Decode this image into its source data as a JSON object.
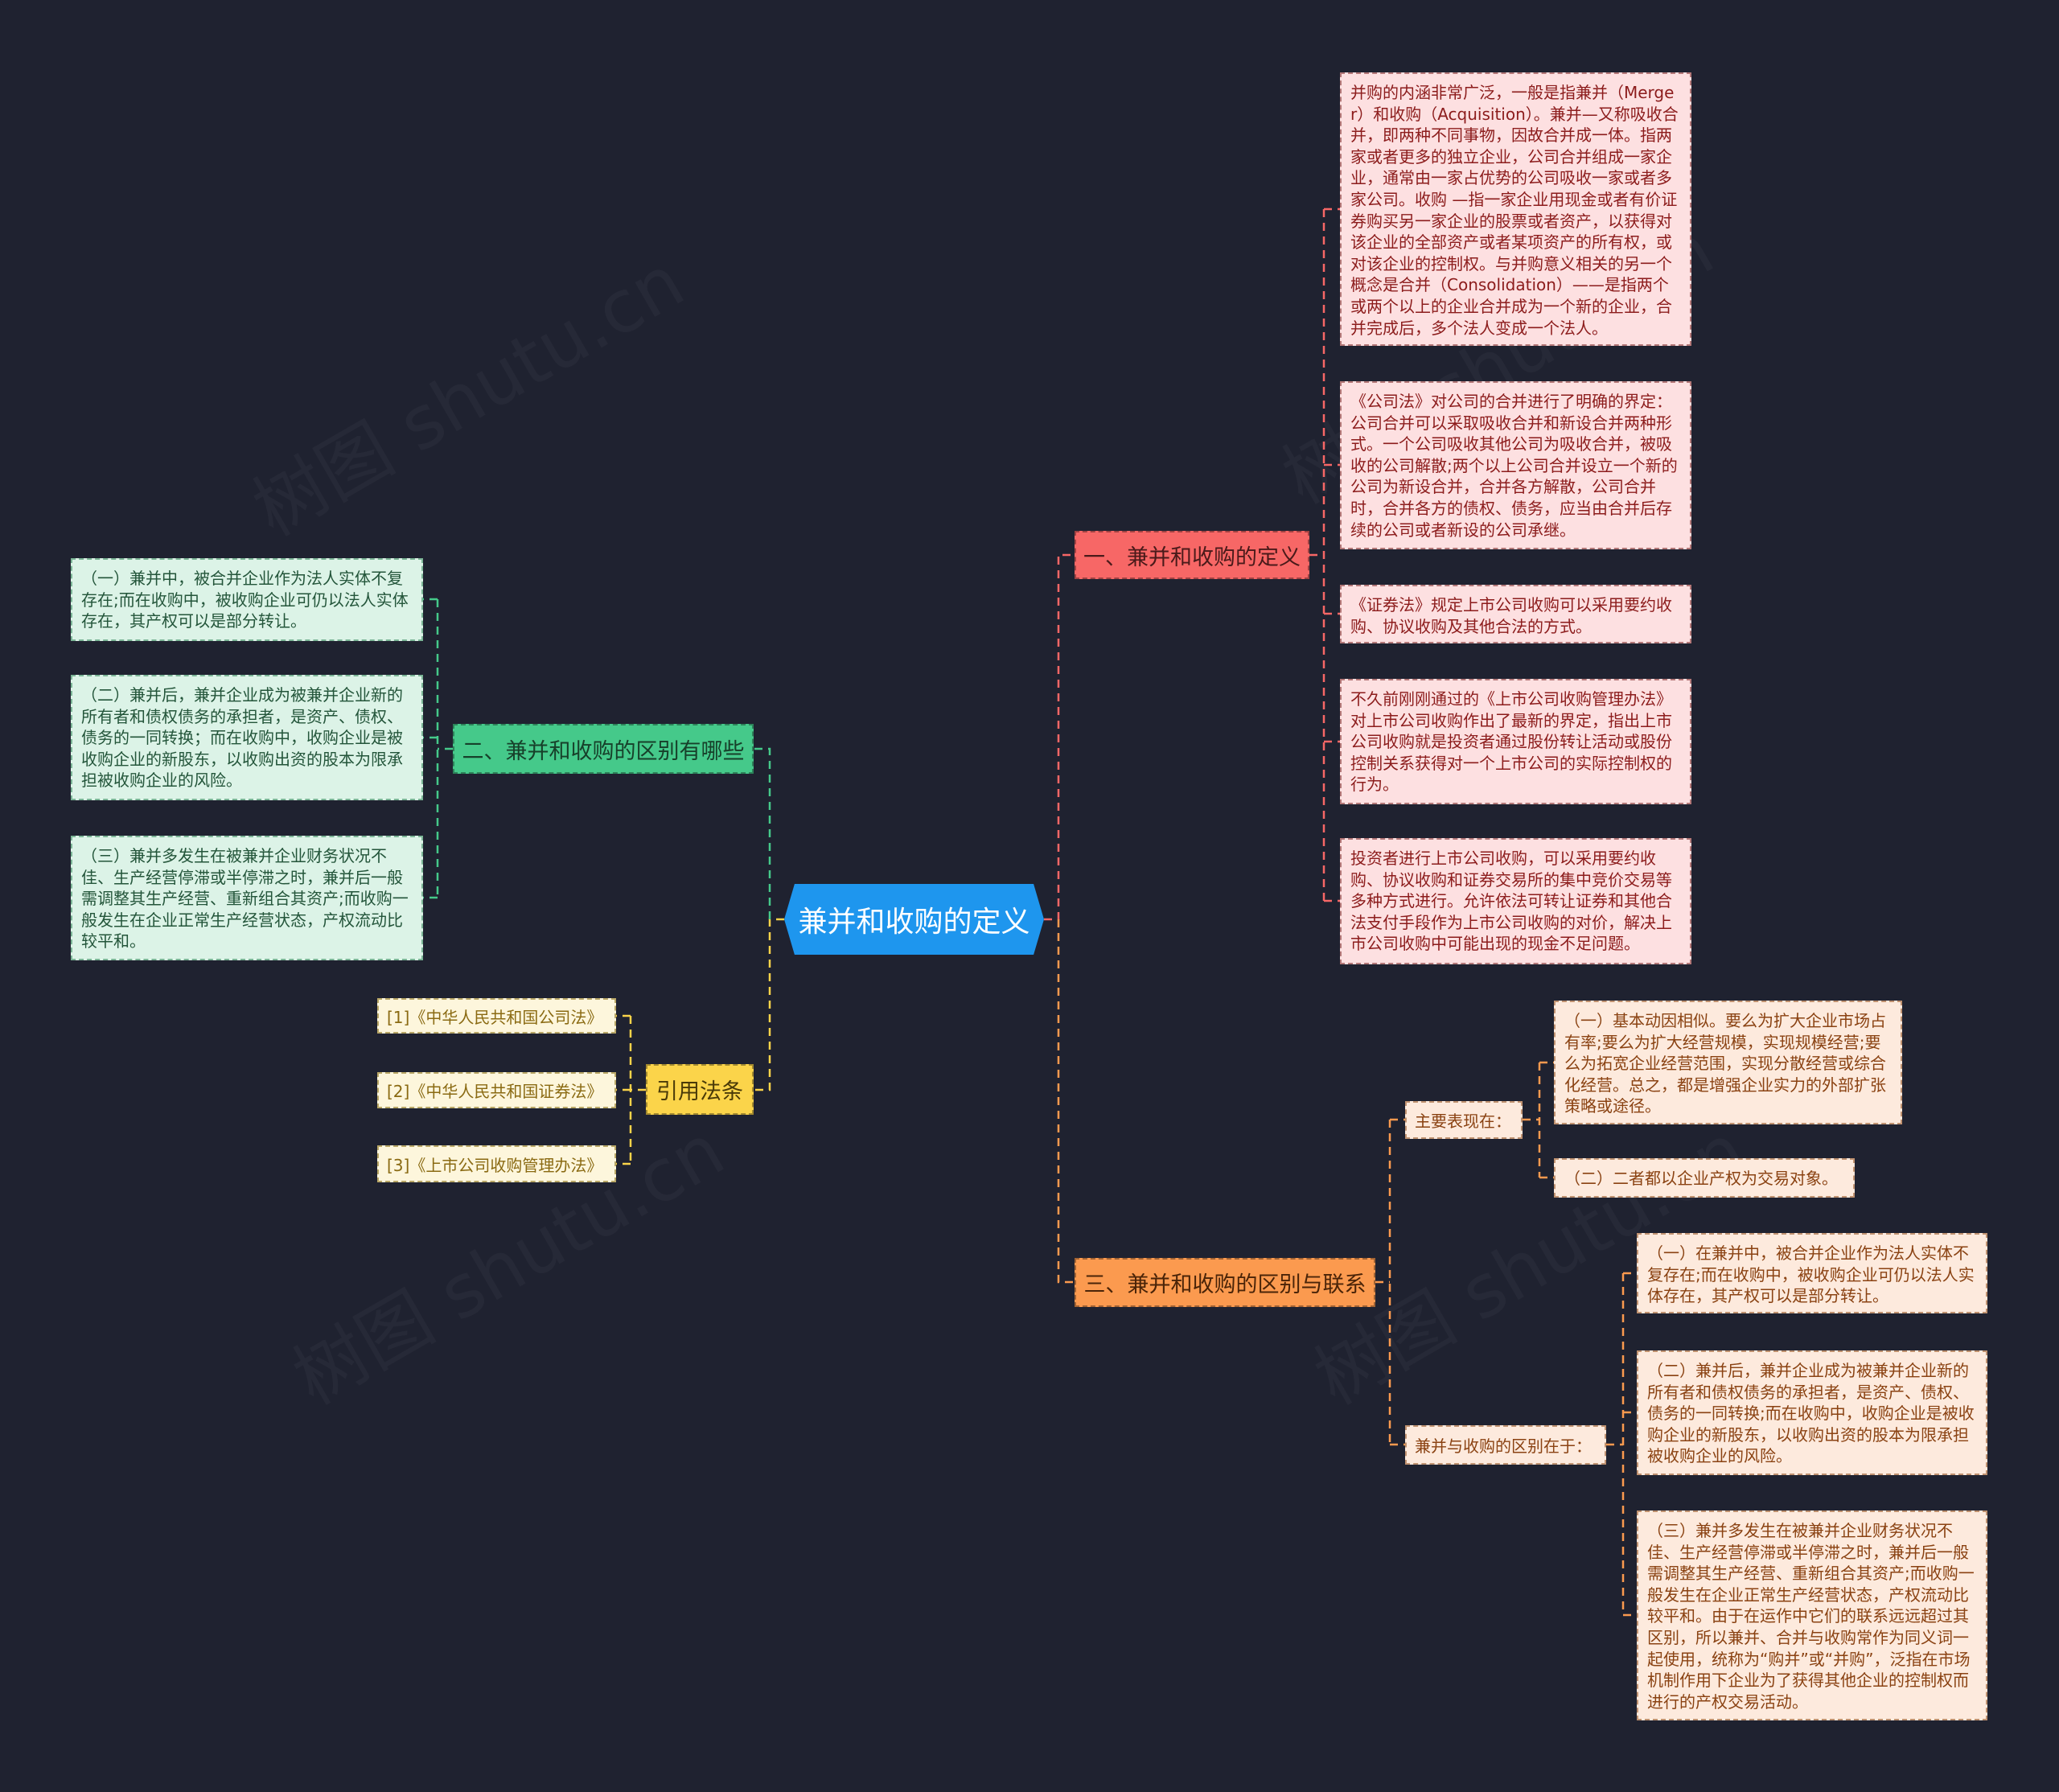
{
  "watermark": "树图 shutu.cn",
  "root": {
    "label": "兼并和收购的定义"
  },
  "branches": {
    "definition": {
      "label": "一、兼并和收购的定义",
      "leaves": [
        "并购的内涵非常广泛，一般是指兼并（Merger）和收购（Acquisition）。兼并—又称吸收合并，即两种不同事物，因故合并成一体。指两家或者更多的独立企业，公司合并组成一家企业，通常由一家占优势的公司吸收一家或者多家公司。收购 —指一家企业用现金或者有价证券购买另一家企业的股票或者资产，以获得对该企业的全部资产或者某项资产的所有权，或对该企业的控制权。与并购意义相关的另一个概念是合并（Consolidation）——是指两个或两个以上的企业合并成为一个新的企业，合并完成后，多个法人变成一个法人。",
        "《公司法》对公司的合并进行了明确的界定：公司合并可以采取吸收合并和新设合并两种形式。一个公司吸收其他公司为吸收合并，被吸收的公司解散;两个以上公司合并设立一个新的公司为新设合并，合并各方解散，公司合并时，合并各方的债权、债务，应当由合并后存续的公司或者新设的公司承继。",
        "《证券法》规定上市公司收购可以采用要约收购、协议收购及其他合法的方式。",
        "不久前刚刚通过的《上市公司收购管理办法》对上市公司收购作出了最新的界定，指出上市公司收购就是投资者通过股份转让活动或股份控制关系获得对一个上市公司的实际控制权的行为。",
        "投资者进行上市公司收购，可以采用要约收购、协议收购和证券交易所的集中竞价交易等多种方式进行。允许依法可转让证券和其他合法支付手段作为上市公司收购的对价，解决上市公司收购中可能出现的现金不足问题。"
      ]
    },
    "differences": {
      "label": "二、兼并和收购的区别有哪些",
      "leaves": [
        "（一）兼并中，被合并企业作为法人实体不复存在;而在收购中，被收购企业可仍以法人实体存在，其产权可以是部分转让。",
        "（二）兼并后，兼并企业成为被兼并企业新的所有者和债权债务的承担者，是资产、债权、债务的一同转换；而在收购中，收购企业是被收购企业的新股东，以收购出资的股本为限承担被收购企业的风险。",
        "（三）兼并多发生在被兼并企业财务状况不佳、生产经营停滞或半停滞之时，兼并后一般需调整其生产经营、重新组合其资产;而收购一般发生在企业正常生产经营状态，产权流动比较平和。"
      ]
    },
    "citations": {
      "label": "引用法条",
      "leaves": [
        "[1]《中华人民共和国公司法》",
        "[2]《中华人民共和国证券法》",
        "[3]《上市公司收购管理办法》"
      ]
    },
    "relation": {
      "label": "三、兼并和收购的区别与联系",
      "groups": [
        {
          "label": "主要表现在：",
          "leaves": [
            "（一）基本动因相似。要么为扩大企业市场占有率;要么为扩大经营规模，实现规模经营;要么为拓宽企业经营范围，实现分散经营或综合化经营。总之，都是增强企业实力的外部扩张策略或途径。",
            "（二）二者都以企业产权为交易对象。"
          ]
        },
        {
          "label": "兼并与收购的区别在于：",
          "leaves": [
            "（一）在兼并中，被合并企业作为法人实体不复存在;而在收购中，被收购企业可仍以法人实体存在，其产权可以是部分转让。",
            "（二）兼并后，兼并企业成为被兼并企业新的所有者和债权债务的承担者，是资产、债权、债务的一同转换;而在收购中，收购企业是被收购企业的新股东，以收购出资的股本为限承担被收购企业的风险。",
            "（三）兼并多发生在被兼并企业财务状况不佳、生产经营停滞或半停滞之时，兼并后一般需调整其生产经营、重新组合其资产;而收购一般发生在企业正常生产经营状态，产权流动比较平和。由于在运作中它们的联系远远超过其区别，所以兼并、合并与收购常作为同义词一起使用，统称为“购并”或“并购”，泛指在市场机制作用下企业为了获得其他企业的控制权而进行的产权交易活动。"
          ]
        }
      ]
    }
  },
  "colors": {
    "background": "#1f2230",
    "root": "#1e96ee",
    "red": "#f76766",
    "green": "#45c98a",
    "yellow": "#fbd44a",
    "orange": "#fb9a4f"
  }
}
